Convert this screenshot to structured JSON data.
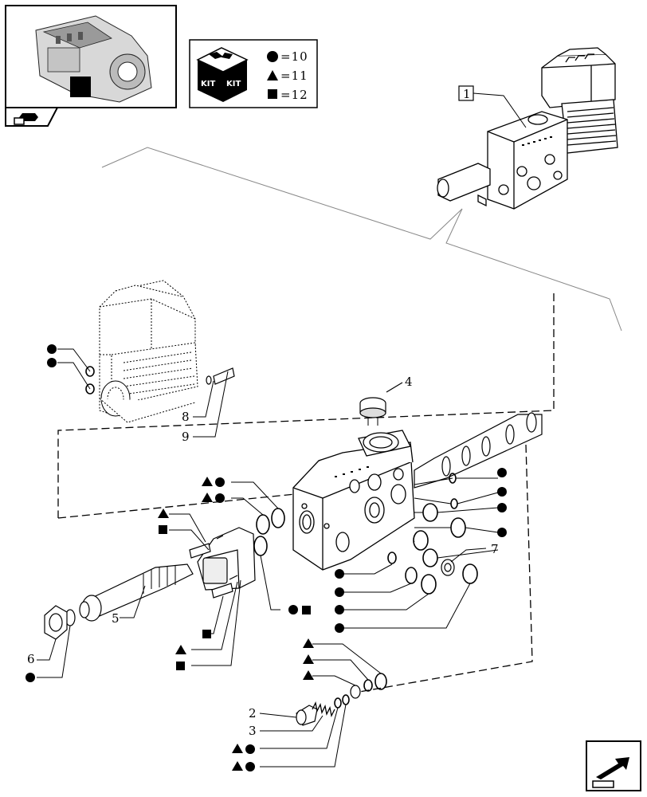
{
  "header": {
    "thumbnail_icon": "tractor-transmission-thumbnail",
    "back_icon": "previous-page-icon"
  },
  "legend": {
    "kit_label_1": "KIT",
    "kit_label_2": "KIT",
    "items": [
      {
        "symbol": "circle",
        "text": "=10"
      },
      {
        "symbol": "triangle",
        "text": "=11"
      },
      {
        "symbol": "square",
        "text": "=12"
      }
    ]
  },
  "callouts": {
    "assembly_ref": "1",
    "p2": "2",
    "p3": "3",
    "p4": "4",
    "p5": "5",
    "p6": "6",
    "p7": "7",
    "p8": "8",
    "p9": "9"
  },
  "footer": {
    "next_icon": "next-page-icon"
  }
}
